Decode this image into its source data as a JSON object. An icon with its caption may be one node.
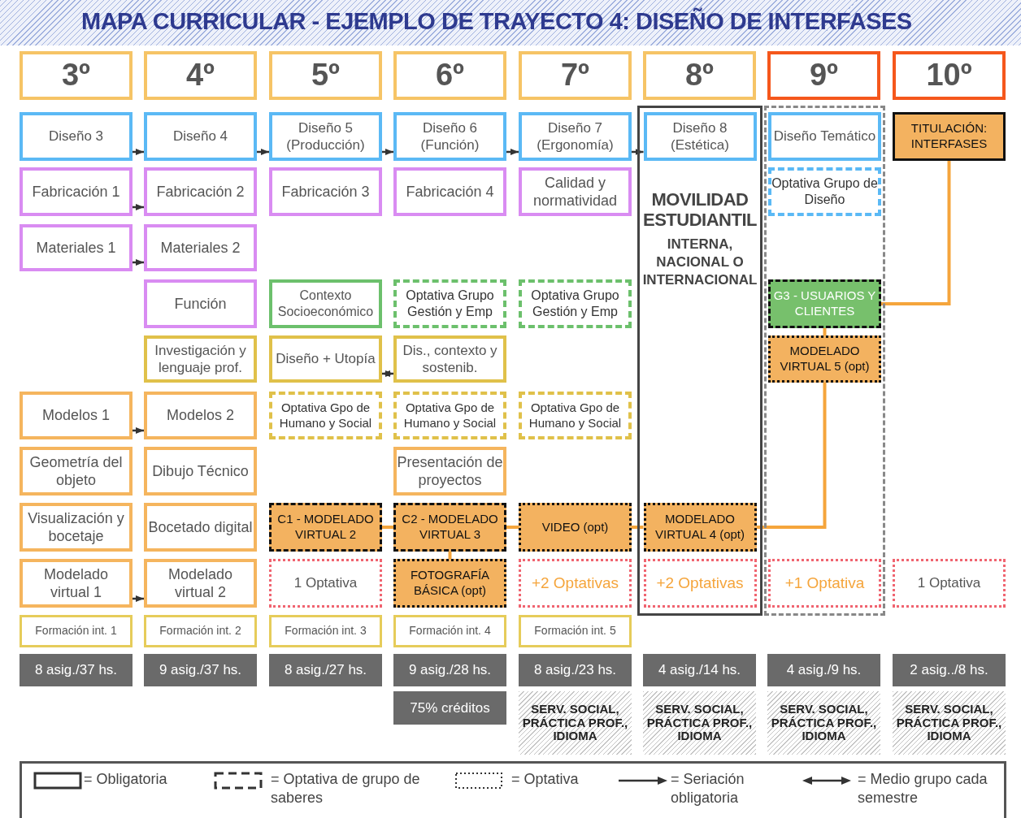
{
  "diagram": {
    "title": "MAPA CURRICULAR - EJEMPLO DE TRAYECTO 4: DISEÑO DE INTERFASES",
    "nodes": [
      {
        "text": [
          "3º"
        ]
      },
      {
        "text": [
          "4º"
        ]
      },
      {
        "text": [
          "5º"
        ]
      },
      {
        "text": [
          "6º"
        ]
      },
      {
        "text": [
          "7º"
        ]
      },
      {
        "text": [
          "8º"
        ]
      },
      {
        "text": [
          "9º"
        ]
      },
      {
        "text": [
          "10º"
        ]
      },
      {
        "text": [
          "Diseño 3"
        ]
      },
      {
        "text": [
          "Diseño 4"
        ]
      },
      {
        "text": [
          "Diseño 5 (Producción)"
        ]
      },
      {
        "text": [
          "Diseño 6 (Función)"
        ]
      },
      {
        "text": [
          "Diseño 7 (Ergonomía)"
        ]
      },
      {
        "text": [
          "MOVILIDAD ESTUDIANTIL",
          "INTERNA, NACIONAL O INTERNACIONAL"
        ]
      },
      {
        "text": [
          "Diseño 8 (Estética)"
        ],
        "in": 13
      },
      {
        "text": [],
        "shape": "box"
      },
      {
        "text": [
          "Diseño Temático"
        ],
        "in": 15
      },
      {
        "text": [
          "TITULACIÓN: INTERFASES"
        ]
      },
      {
        "text": [
          "Fabricación 1"
        ]
      },
      {
        "text": [
          "Fabricación 2"
        ]
      },
      {
        "text": [
          "Fabricación 3"
        ]
      },
      {
        "text": [
          "Fabricación 4"
        ]
      },
      {
        "text": [
          "Calidad y normatividad"
        ]
      },
      {
        "text": [
          "Optativa Grupo de Diseño"
        ],
        "in": 15
      },
      {
        "text": [
          "Materiales 1"
        ]
      },
      {
        "text": [
          "Materiales 2"
        ]
      },
      {
        "text": [
          "Función"
        ]
      },
      {
        "text": [
          "Contexto Socioeconómico"
        ]
      },
      {
        "text": [
          "Optativa Grupo Gestión y Emp"
        ]
      },
      {
        "text": [
          "Optativa Grupo Gestión y Emp"
        ]
      },
      {
        "text": [
          "G3 - USUARIOS Y CLIENTES"
        ],
        "in": 15
      },
      {
        "text": [
          "Investigación y lenguaje prof."
        ]
      },
      {
        "text": [
          "Diseño + Utopía"
        ]
      },
      {
        "text": [
          "Dis., contexto y sostenib."
        ]
      },
      {
        "text": [
          "MODELADO VIRTUAL 5 (opt)"
        ],
        "in": 15
      },
      {
        "text": [
          "Modelos 1"
        ]
      },
      {
        "text": [
          "Modelos 2"
        ]
      },
      {
        "text": [
          "Optativa Gpo de Humano y Social"
        ]
      },
      {
        "text": [
          "Optativa Gpo de Humano y Social"
        ]
      },
      {
        "text": [
          "Optativa Gpo de Humano y Social"
        ]
      },
      {
        "text": [
          "Geometría del objeto"
        ]
      },
      {
        "text": [
          "Dibujo Técnico"
        ]
      },
      {
        "text": [
          "Presentación de proyectos"
        ]
      },
      {
        "text": [
          "Visualización y bocetaje"
        ]
      },
      {
        "text": [
          "Bocetado digital"
        ]
      },
      {
        "text": [
          "C1 - MODELADO VIRTUAL 2"
        ]
      },
      {
        "text": [
          "C2 - MODELADO VIRTUAL 3"
        ]
      },
      {
        "text": [
          "VIDEO (opt)"
        ]
      },
      {
        "text": [
          "MODELADO VIRTUAL 4 (opt)"
        ],
        "in": 13
      },
      {
        "text": [
          "Modelado virtual 1"
        ]
      },
      {
        "text": [
          "Modelado virtual 2"
        ]
      },
      {
        "text": [
          "1 Optativa"
        ]
      },
      {
        "text": [
          "FOTOGRAFÍA BÁSICA (opt)"
        ]
      },
      {
        "text": [
          "+2 Optativas"
        ]
      },
      {
        "text": [
          "+2 Optativas"
        ],
        "in": 13
      },
      {
        "text": [
          "+1 Optativa"
        ],
        "in": 15
      },
      {
        "text": [
          "1 Optativa"
        ]
      },
      {
        "text": [
          "Formación int. 1"
        ]
      },
      {
        "text": [
          "Formación int. 2"
        ]
      },
      {
        "text": [
          "Formación int. 3"
        ]
      },
      {
        "text": [
          "Formación int. 4"
        ]
      },
      {
        "text": [
          "Formación int. 5"
        ]
      },
      {
        "text": [
          "8 asig./37 hs."
        ]
      },
      {
        "text": [
          "9 asig./37 hs."
        ]
      },
      {
        "text": [
          "8 asig./27 hs."
        ]
      },
      {
        "text": [
          "9 asig./28 hs."
        ]
      },
      {
        "text": [
          "8 asig./23 hs."
        ]
      },
      {
        "text": [
          "4 asig./14 hs."
        ]
      },
      {
        "text": [
          "4 asig./9 hs."
        ]
      },
      {
        "text": [
          "2 asig../8 hs."
        ]
      },
      {
        "text": [
          "75% créditos"
        ]
      },
      {
        "text": [
          "SERV. SOCIAL, PRÁCTICA PROF., IDIOMA"
        ]
      },
      {
        "text": [
          "SERV. SOCIAL, PRÁCTICA PROF., IDIOMA"
        ]
      },
      {
        "text": [
          "SERV. SOCIAL, PRÁCTICA PROF., IDIOMA"
        ]
      },
      {
        "text": [
          "SERV. SOCIAL, PRÁCTICA PROF., IDIOMA"
        ]
      }
    ],
    "edges": [
      {
        "from": 8,
        "to": 9,
        "arrow": "to"
      },
      {
        "from": 9,
        "to": 10,
        "arrow": "to"
      },
      {
        "from": 10,
        "to": 11,
        "arrow": "to"
      },
      {
        "from": 11,
        "to": 12,
        "arrow": "to"
      },
      {
        "from": 12,
        "to": 14,
        "arrow": "to"
      },
      {
        "from": 18,
        "to": 19,
        "arrow": "to"
      },
      {
        "from": 24,
        "to": 25,
        "arrow": "to"
      },
      {
        "from": 32,
        "to": 33,
        "arrow": "both"
      },
      {
        "from": 35,
        "to": 36,
        "arrow": "to"
      },
      {
        "from": 49,
        "to": 50,
        "arrow": "to"
      },
      {
        "from": 45,
        "to": 46,
        "arrow": "none",
        "color": "#f5a53c"
      },
      {
        "from": 46,
        "to": 52,
        "arrow": "none",
        "color": "#f5a53c"
      },
      {
        "from": 46,
        "to": 47,
        "arrow": "none",
        "color": "#f5a53c"
      },
      {
        "from": 47,
        "to": 48,
        "arrow": "none",
        "color": "#f5a53c"
      },
      {
        "from": 48,
        "to": 34,
        "arrow": "none",
        "color": "#f5a53c"
      },
      {
        "from": 30,
        "to": 34,
        "arrow": "none",
        "color": "#f5a53c"
      },
      {
        "from": 30,
        "to": 17,
        "arrow": "none",
        "color": "#f5a53c"
      }
    ],
    "legend": [
      {
        "text": "= Obligatoria"
      },
      {
        "text": "= Optativa de grupo de saberes"
      },
      {
        "text": "= Optativa"
      },
      {
        "text": "= Seriación obligatoria"
      },
      {
        "text": "= Medio grupo cada semestre"
      }
    ]
  }
}
